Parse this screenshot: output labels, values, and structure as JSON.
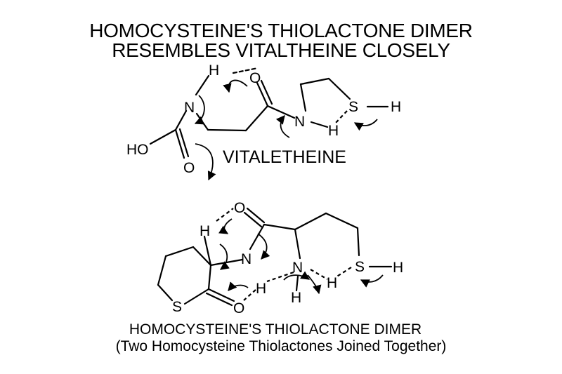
{
  "title": {
    "line1": "HOMOCYSTEINE'S THIOLACTONE DIMER",
    "line2": "RESEMBLES VITALTHEINE CLOSELY"
  },
  "molecule_top": {
    "label": "VITALETHEINE",
    "atoms": {
      "h_top": "H",
      "o_carbonyl": "O",
      "n_amine": "N",
      "n_amide": "N",
      "h_amide": "H",
      "s_thiol": "S",
      "h_thiol": "H",
      "ho": "HO",
      "o_acid": "O"
    }
  },
  "molecule_bottom": {
    "caption_line1": "HOMOCYSTEINE'S THIOLACTONE DIMER",
    "caption_line2": "(Two Homocysteine Thiolactones Joined Together)",
    "atoms": {
      "o_top": "O",
      "h_alpha": "H",
      "n_amide": "N",
      "h_nh": "H",
      "n_amine": "N",
      "h_amine_bottom": "H",
      "h_mid": "H",
      "s_thiol": "S",
      "h_thiol": "H",
      "s_ring": "S",
      "o_ring": "O"
    }
  }
}
